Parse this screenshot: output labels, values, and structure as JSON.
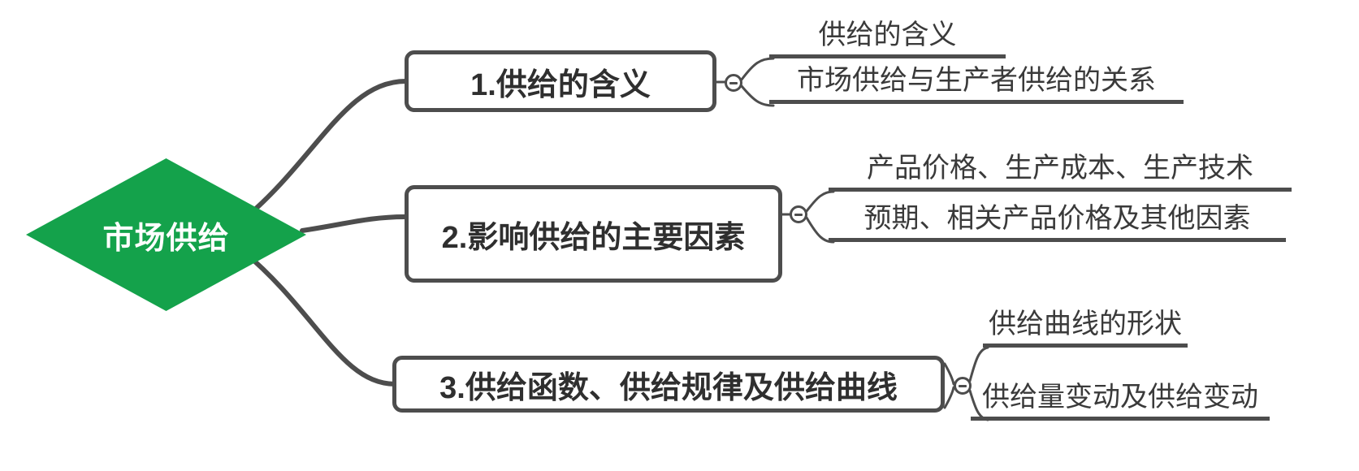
{
  "colors": {
    "root_fill": "#14a24b",
    "root_text": "#ffffff",
    "line": "#4d4d4d",
    "node_text": "#2f2f2f",
    "leaf_text": "#3a3a3a",
    "background": "#ffffff"
  },
  "icons": {
    "collapse_toggle": "minus"
  },
  "mindmap": {
    "root": {
      "label": "市场供给"
    },
    "branches": [
      {
        "label": "1.供给的含义",
        "children": [
          "供给的含义",
          "市场供给与生产者供给的关系"
        ]
      },
      {
        "label": "2.影响供给的主要因素",
        "children": [
          "产品价格、生产成本、生产技术",
          "预期、相关产品价格及其他因素"
        ]
      },
      {
        "label": "3.供给函数、供给规律及供给曲线",
        "children": [
          "供给曲线的形状",
          "供给量变动及供给变动"
        ]
      }
    ]
  }
}
